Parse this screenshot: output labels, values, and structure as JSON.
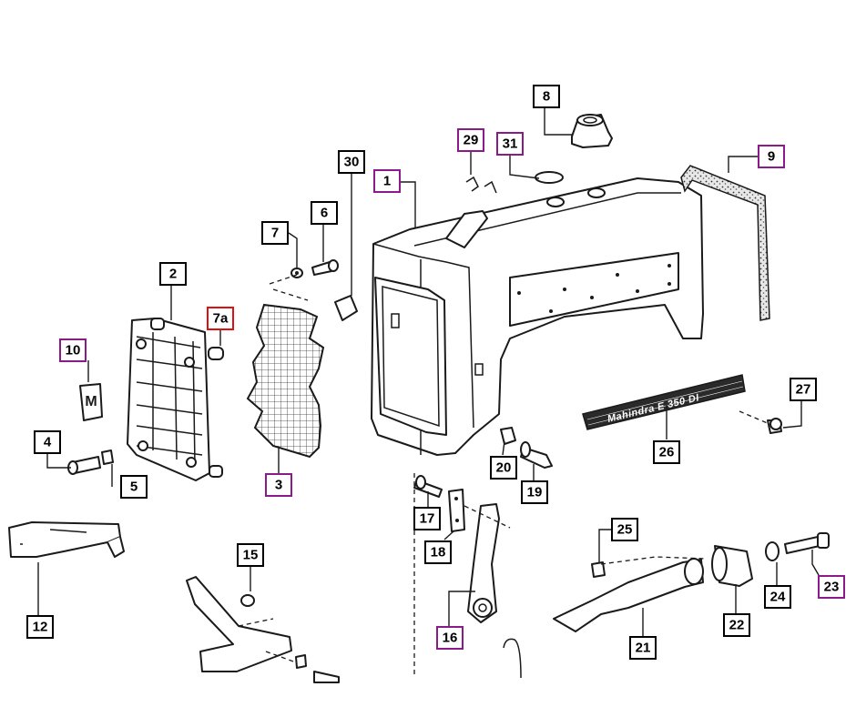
{
  "colors": {
    "default_border": "#000000",
    "highlight_border": "#8b1a8b",
    "alert_border": "#e01010",
    "line": "#1a1a1a"
  },
  "badge_text": "Mahindra E 350 DI",
  "callouts": [
    {
      "id": "1",
      "label": "1",
      "style": "highlight"
    },
    {
      "id": "2",
      "label": "2",
      "style": "default"
    },
    {
      "id": "3",
      "label": "3",
      "style": "highlight"
    },
    {
      "id": "4",
      "label": "4",
      "style": "default"
    },
    {
      "id": "5",
      "label": "5",
      "style": "default"
    },
    {
      "id": "6",
      "label": "6",
      "style": "default"
    },
    {
      "id": "7",
      "label": "7",
      "style": "default"
    },
    {
      "id": "7a",
      "label": "7a",
      "style": "alert"
    },
    {
      "id": "8",
      "label": "8",
      "style": "default"
    },
    {
      "id": "9",
      "label": "9",
      "style": "highlight"
    },
    {
      "id": "10",
      "label": "10",
      "style": "highlight"
    },
    {
      "id": "12",
      "label": "12",
      "style": "default"
    },
    {
      "id": "15",
      "label": "15",
      "style": "default"
    },
    {
      "id": "16",
      "label": "16",
      "style": "highlight"
    },
    {
      "id": "17",
      "label": "17",
      "style": "default"
    },
    {
      "id": "18",
      "label": "18",
      "style": "default"
    },
    {
      "id": "19",
      "label": "19",
      "style": "default"
    },
    {
      "id": "20",
      "label": "20",
      "style": "default"
    },
    {
      "id": "21",
      "label": "21",
      "style": "default"
    },
    {
      "id": "22",
      "label": "22",
      "style": "default"
    },
    {
      "id": "23",
      "label": "23",
      "style": "highlight"
    },
    {
      "id": "24",
      "label": "24",
      "style": "default"
    },
    {
      "id": "25",
      "label": "25",
      "style": "default"
    },
    {
      "id": "26",
      "label": "26",
      "style": "default"
    },
    {
      "id": "27",
      "label": "27",
      "style": "default"
    },
    {
      "id": "29",
      "label": "29",
      "style": "highlight"
    },
    {
      "id": "30",
      "label": "30",
      "style": "default"
    },
    {
      "id": "31",
      "label": "31",
      "style": "highlight"
    }
  ]
}
